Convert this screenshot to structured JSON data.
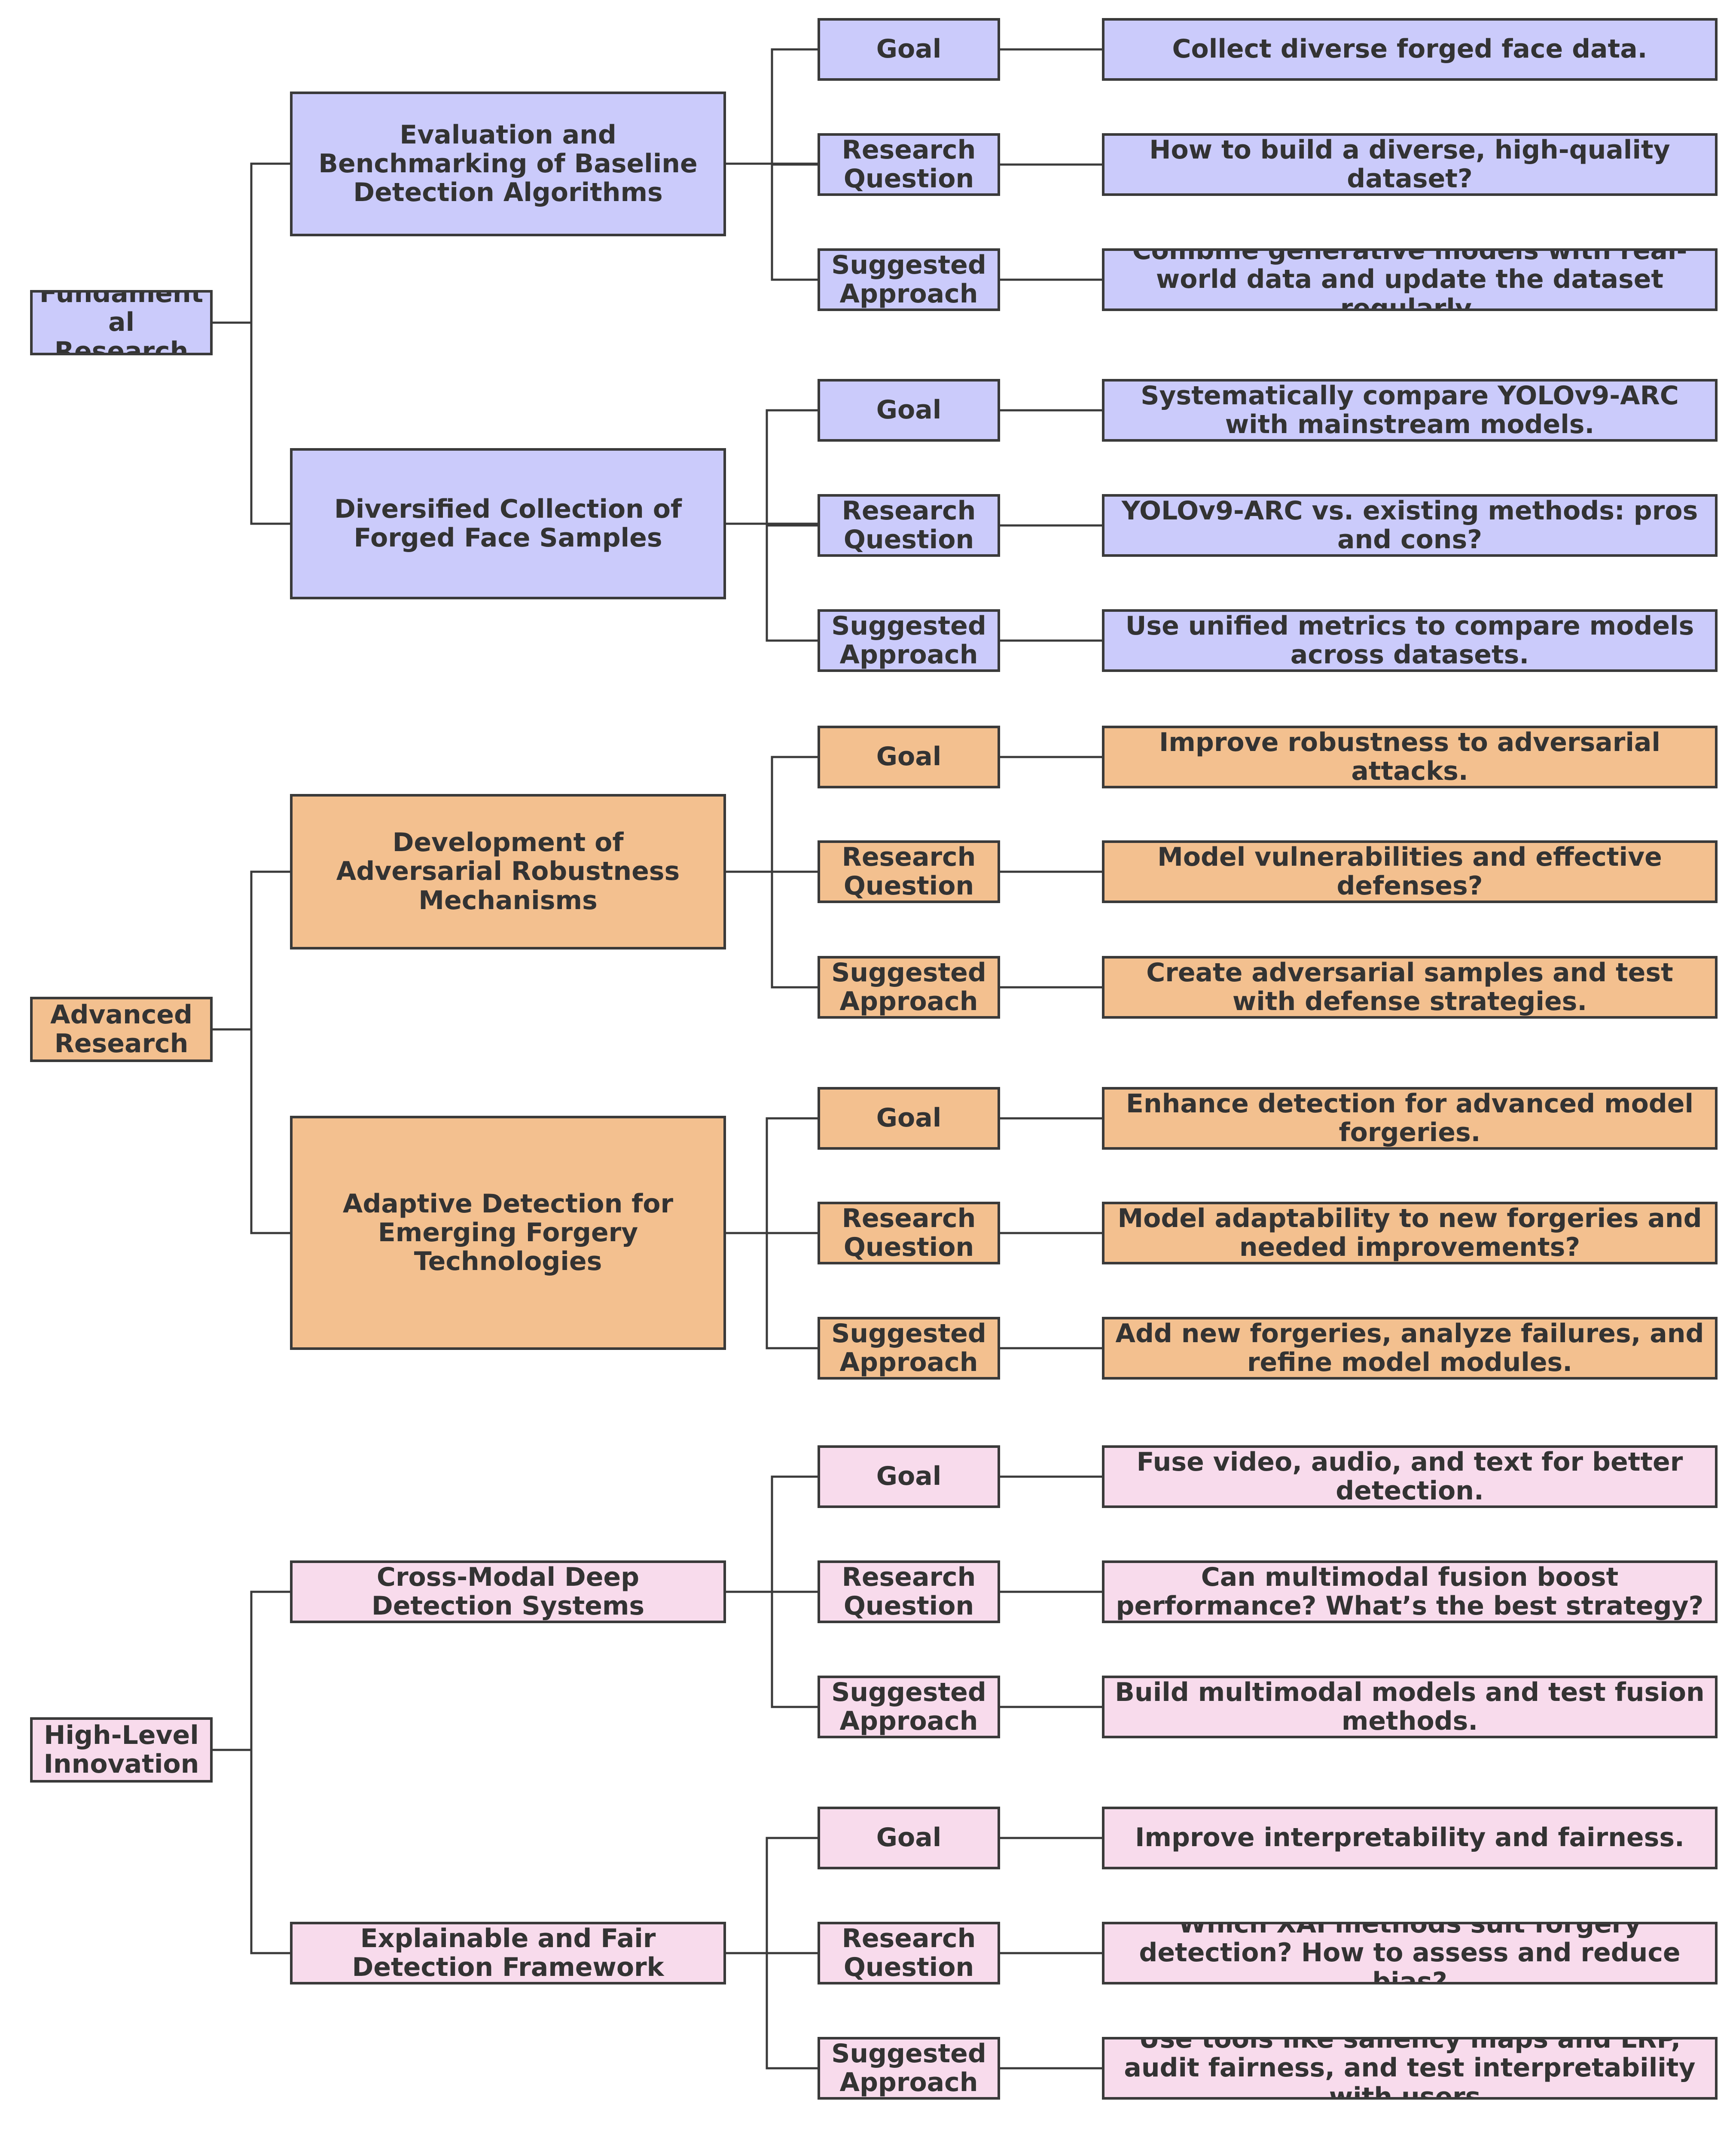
{
  "colors": {
    "line": "#3a3a3a",
    "fundamental_fill": "#cbcbfb",
    "advanced_fill": "#f3c08f",
    "innovation_fill": "#f8dbec"
  },
  "sections": [
    {
      "key": "fundamental",
      "theme": "blue",
      "root_label": "Fundament al Research",
      "branches": [
        {
          "title": "Evaluation and Benchmarking of Baseline Detection Algorithms",
          "items": [
            {
              "label": "Goal",
              "text": "Collect diverse forged face data."
            },
            {
              "label": "Research Question",
              "text": "How to build a diverse, high-quality dataset?"
            },
            {
              "label": "Suggested Approach",
              "text": "Combine generative models with real-world data and update the dataset regularly."
            }
          ]
        },
        {
          "title": "Diversified Collection of Forged Face Samples",
          "items": [
            {
              "label": "Goal",
              "text": "Systematically compare YOLOv9-ARC with mainstream models."
            },
            {
              "label": "Research Question",
              "text": "YOLOv9-ARC vs. existing methods: pros and cons?"
            },
            {
              "label": "Suggested Approach",
              "text": "Use unified metrics to compare models across datasets."
            }
          ]
        }
      ]
    },
    {
      "key": "advanced",
      "theme": "orange",
      "root_label": "Advanced Research",
      "branches": [
        {
          "title": "Development of Adversarial Robustness Mechanisms",
          "items": [
            {
              "label": "Goal",
              "text": "Improve robustness to adversarial attacks."
            },
            {
              "label": "Research Question",
              "text": "Model vulnerabilities and effective defenses?"
            },
            {
              "label": "Suggested Approach",
              "text": "Create adversarial samples and test with defense strategies."
            }
          ]
        },
        {
          "title": "Adaptive Detection for Emerging Forgery Technologies",
          "items": [
            {
              "label": "Goal",
              "text": "Enhance detection for advanced model forgeries."
            },
            {
              "label": "Research Question",
              "text": "Model adaptability to new forgeries and needed improvements?"
            },
            {
              "label": "Suggested Approach",
              "text": "Add new forgeries, analyze failures, and refine model modules."
            }
          ]
        }
      ]
    },
    {
      "key": "innovation",
      "theme": "pink",
      "root_label": "High-Level Innovation",
      "branches": [
        {
          "title": "Cross-Modal Deep Detection Systems",
          "items": [
            {
              "label": "Goal",
              "text": "Fuse video, audio, and text for better detection."
            },
            {
              "label": "Research Question",
              "text": "Can multimodal fusion boost performance? What’s the best strategy?"
            },
            {
              "label": "Suggested Approach",
              "text": "Build multimodal models and test fusion methods."
            }
          ]
        },
        {
          "title": "Explainable and Fair Detection Framework",
          "items": [
            {
              "label": "Goal",
              "text": "Improve interpretability and fairness."
            },
            {
              "label": "Research Question",
              "text": "Which XAI methods suit forgery detection? How to assess and reduce bias?"
            },
            {
              "label": "Suggested Approach",
              "text": "Use tools like saliency maps and LRP, audit fairness, and test interpretability with users."
            }
          ]
        }
      ]
    }
  ]
}
